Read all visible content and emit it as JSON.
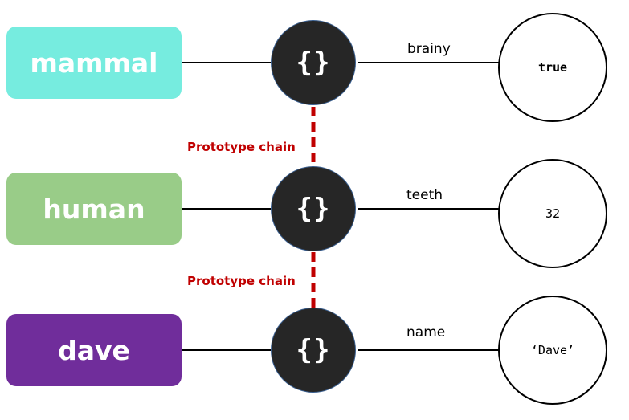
{
  "rows": [
    {
      "variable": "mammal",
      "variable_color": "#76ecdf",
      "object_icon": "curly-braces-icon",
      "object_label": "{}",
      "property": "brainy",
      "value": "true"
    },
    {
      "variable": "human",
      "variable_color": "#99cc88",
      "object_icon": "curly-braces-icon",
      "object_label": "{}",
      "property": "teeth",
      "value": "32"
    },
    {
      "variable": "dave",
      "variable_color": "#702d9b",
      "object_icon": "curly-braces-icon",
      "object_label": "{}",
      "property": "name",
      "value": "‘Dave’"
    }
  ],
  "prototype_chain_label": "Prototype chain",
  "colors": {
    "object_fill": "#262626",
    "chain": "#c00000"
  }
}
